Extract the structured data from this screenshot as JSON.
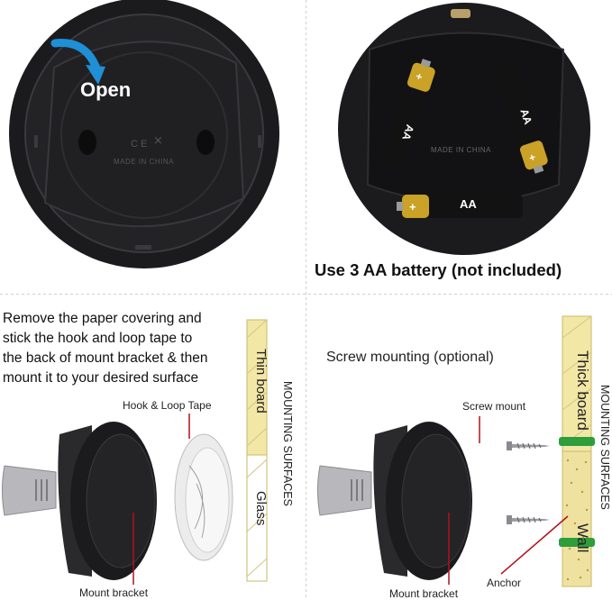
{
  "panel1": {
    "open_label": "Open",
    "made_in": "MADE IN CHINA"
  },
  "panel2": {
    "battery_label": "AA",
    "made_in": "MADE IN CHINA",
    "caption": "Use 3 AA battery (not included)"
  },
  "panel3": {
    "instruction_lines": [
      "Remove the paper covering and",
      "stick the hook and loop tape to",
      "the back of mount bracket & then",
      "mount it to your desired surface"
    ],
    "hook_loop_label": "Hook & Loop Tape",
    "mount_bracket_label": "Mount bracket",
    "surface_thin": "Thin board",
    "surface_glass": "Glass",
    "mounting_surfaces": "MOUNTING SURFACES"
  },
  "panel4": {
    "title": "Screw mounting (optional)",
    "screw_mount_label": "Screw mount",
    "anchor_label": "Anchor",
    "mount_bracket_label": "Mount bracket",
    "surface_thick": "Thick board",
    "surface_wall": "Wall",
    "mounting_surfaces": "MOUNTING SURFACES"
  },
  "colors": {
    "device_black": "#1b1b1d",
    "arrow_blue": "#1f8fd6",
    "battery_gold": "#c9a227",
    "board_yellow": "#f3e7a6",
    "anchor_green": "#2e9d3c"
  }
}
